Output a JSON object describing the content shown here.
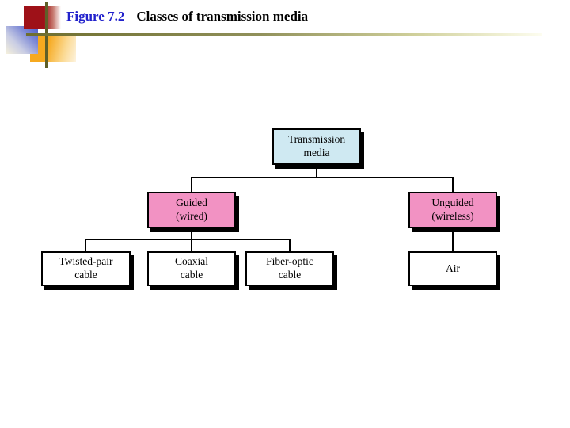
{
  "slide": {
    "title": {
      "figure_label": "Figure 7.2",
      "caption": "Classes of transmission media"
    }
  },
  "diagram": {
    "type": "tree",
    "nodes": [
      {
        "id": "transmission-media",
        "label": "Transmission\nmedia",
        "level": 1,
        "fill": "#cfe9f2"
      },
      {
        "id": "guided",
        "label": "Guided\n(wired)",
        "level": 2,
        "fill": "#f292c3"
      },
      {
        "id": "unguided",
        "label": "Unguided\n(wireless)",
        "level": 2,
        "fill": "#f292c3"
      },
      {
        "id": "twisted-pair-cable",
        "label": "Twisted-pair\ncable",
        "level": 3,
        "fill": "#ffffff"
      },
      {
        "id": "coaxial-cable",
        "label": "Coaxial\ncable",
        "level": 3,
        "fill": "#ffffff"
      },
      {
        "id": "fiber-optic-cable",
        "label": "Fiber-optic\ncable",
        "level": 3,
        "fill": "#ffffff"
      },
      {
        "id": "air",
        "label": "Air",
        "level": 3,
        "fill": "#ffffff"
      }
    ],
    "edges": [
      [
        "transmission-media",
        "guided"
      ],
      [
        "transmission-media",
        "unguided"
      ],
      [
        "guided",
        "twisted-pair-cable"
      ],
      [
        "guided",
        "coaxial-cable"
      ],
      [
        "guided",
        "fiber-optic-cable"
      ],
      [
        "unguided",
        "air"
      ]
    ]
  },
  "colors": {
    "figure_label_blue": "#2222cc",
    "node_blue": "#cfe9f2",
    "node_pink": "#f292c3",
    "node_white": "#ffffff",
    "accent_red": "#9e1118",
    "accent_orange": "#f6a91f",
    "accent_blue": "#4a5cc8",
    "rule_olive": "#6e6e2e"
  }
}
